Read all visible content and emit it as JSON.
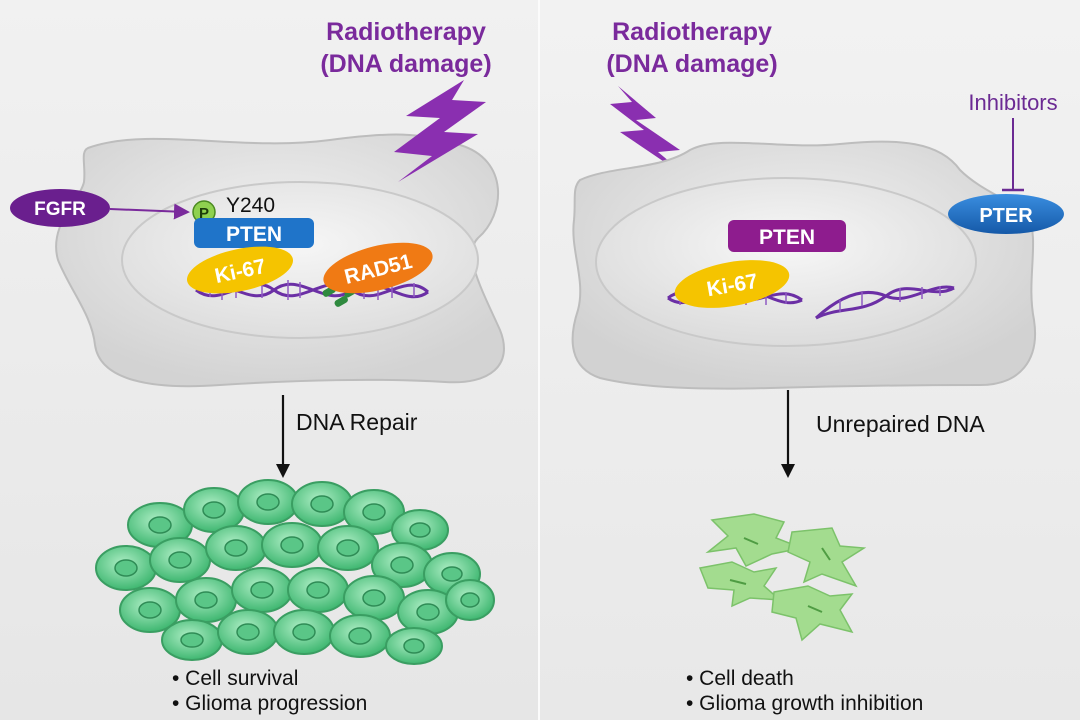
{
  "left": {
    "stimulus": {
      "line1": "Radiotherapy",
      "line2": "(DNA damage)"
    },
    "receptor": "FGFR",
    "phospho_mark": "P",
    "site": "Y240",
    "proteins": {
      "pten": "PTEN",
      "ki67": "Ki-67",
      "rad51": "RAD51"
    },
    "process": "DNA Repair",
    "outcomes": [
      "• Cell survival",
      "• Glioma progression"
    ]
  },
  "right": {
    "stimulus": {
      "line1": "Radiotherapy",
      "line2": "(DNA damage)"
    },
    "inhibitors": "Inhibitors",
    "target": "PTER",
    "proteins": {
      "pten": "PTEN",
      "ki67": "Ki-67"
    },
    "process": "Unrepaired DNA",
    "outcomes": [
      "• Cell death",
      "• Glioma growth inhibition"
    ]
  },
  "colors": {
    "purple": "#7a2a9c",
    "green_cells": "#6fd69a",
    "yellow": "#f5c400",
    "orange": "#f07a14",
    "blue": "#1f74c9",
    "magenta": "#8e1c8e"
  }
}
